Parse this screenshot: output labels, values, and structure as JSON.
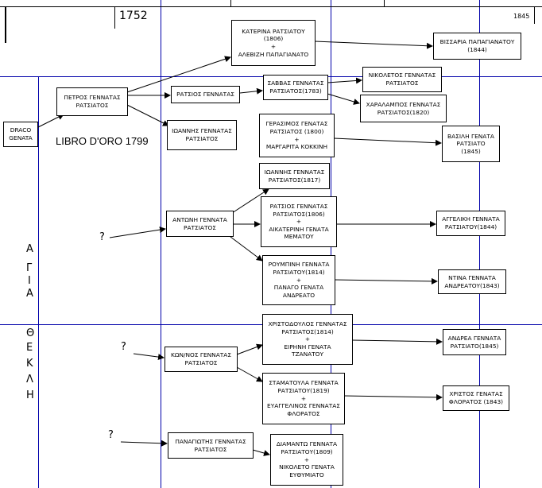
{
  "header": {
    "year_start": "1752",
    "year_end": "1845"
  },
  "libro_label": "LIBRO D'ORO 1799",
  "side_text": {
    "agia": [
      "Α",
      "Γ",
      "Ι",
      "Α"
    ],
    "thekli": [
      "Θ",
      "Ε",
      "Κ",
      "Λ",
      "Η"
    ]
  },
  "question_marks": [
    "?",
    "?",
    "?"
  ],
  "colors": {
    "grid_line": "#0000aa",
    "box_border": "#000000",
    "arrow": "#000000"
  },
  "nodes": {
    "draco": "DRACO\nGENATA",
    "petros": "ΠΕΤΡΟΣ ΓΕΝΝΑΤΑΣ\nΡΑΤΣΙΑΤΟΣ",
    "katerina": "ΚΑΤΕΡΙΝΑ ΡΑΤΣΙΑΤΟΥ\n(1806)\n+\nΑΛΕΒΙΖΗ ΠΑΠΑΓΙΑΝΑΤΟ",
    "vissaria": "ΒΙΣΣΑΡΙΑ ΠΑΠΑΓΙΑΝΑΤΟΥ\n(1844)",
    "ratsios_a": "ΡΑΤΣΙΟΣ ΓΕΝΝΑΤΑΣ",
    "savvas": "ΣΑΒΒΑΣ ΓΕΝΝΑΤΑΣ\nΡΑΤΣΙΑΤΟΣ(1783)",
    "nikoletos": "ΝΙΚΟΛΕΤΟΣ ΓΕΝΝΑΤΑΣ\nΡΑΤΣΙΑΤΟΣ",
    "charalampos": "ΧΑΡΑΛΑΜΠΟΣ ΓΕΝΝΑΤΑΣ\nΡΑΤΣΙΑΤΟΣ(1820)",
    "ioannis_a": "ΙΩΑΝΝΗΣ ΓΕΝΝΑΤΑΣ\nΡΑΤΣΙΑΤΟΣ",
    "gerasimos": "ΓΕΡΑΣΙΜΟΣ ΓΕΝΑΤΑΣ\nΡΑΤΣΙΑΤΟΣ (1800)\n+\nΜΑΡΓΑΡΙΤΑ ΚΟΚΚΙΝΗ",
    "vasili": "ΒΑΣΙΛΗ ΓΕΝΑΤΑ\nΡΑΤΣΙΑΤΟ\n(1845)",
    "ioannis_b": "ΙΩΑΝΝΗΣ ΓΕΝΝΑΤΑΣ\nΡΑΤΣΙΑΤΟΣ(1817)",
    "antoni": "ΑΝΤΩΝΗ ΓΕΝΝΑΤΑ\nΡΑΤΣΙΑΤΟΣ",
    "ratsios_b": "ΡΑΤΣΙΟΣ ΓΕΝΝΑΤΑΣ\nΡΑΤΣΙΑΤΟΣ(1806)\n+\nΑΙΚΑΤΕΡΙΝΗ ΓΕΝΑΤΑ\nΜΕΜΑΤΟΥ",
    "angeliki": "ΑΓΓΕΛΙΚΗ ΓΕΝΝΑΤΑ\nΡΑΤΣΙΑΤΟΥ(1844)",
    "roumpini": "ΡΟΥΜΠΙΝΗ ΓΕΝΝΑΤΑ\nΡΑΤΣΙΑΤΟΥ(1814)\n+\nΠΑΝΑΓΟ ΓΕΝΑΤΑ\nΑΝΔΡΕΑΤΟ",
    "ntina": "ΝΤΙΝΑ ΓΕΝΝΑΤΑ\nΑΝΔΡΕΑΤΟΥ(1843)",
    "konstantinos": "ΚΩΝ/ΝΟΣ ΓΕΝΝΑΤΑΣ\nΡΑΤΣΙΑΤΟΣ",
    "christodoulos": "ΧΡΙΣΤΟΔΟΥΛΟΣ ΓΕΝΝΑΤΑΣ\nΡΑΤΣΙΑΤΟΣ(1814)\n+\nΕΙΡΗΝΗ ΓΕΝΑΤΑ\nΤΖΑΝΑΤΟΥ",
    "andrea": "ΑΝΔΡΕΑ ΓΕΝΝΑΤΑ\nΡΑΤΣΙΑΤΟ(1845)",
    "stamatoula": "ΣΤΑΜΑΤΟΥΛΑ ΓΕΝΝΑΤΑ\nΡΑΤΣΙΑΤΟΥ(1819)\n+\nΕΥΑΓΓΕΛΙΝΟΣ ΓΕΝΝΑΤΑΣ\nΦΛΟΡΑΤΟΣ",
    "christos": "ΧΡΙΣΤΟΣ ΓΕΝΑΤΑΣ\nΦΛΟΡΑΤΟΣ (1843)",
    "panagiotis": "ΠΑΝΑΓΙΩΤΗΣ ΓΕΝΝΑΤΑΣ\nΡΑΤΣΙΑΤΟΣ",
    "diamanto": "ΔΙΑΜΑΝΤΩ ΓΕΝΝΑΤΑ\nΡΑΤΣΙΑΤΟΥ(1809)\n+\nΝΙΚΟΛΕΤΟ ΓΕΝΑΤΑ\nΕΥΘΥΜΙΑΤΟ"
  }
}
